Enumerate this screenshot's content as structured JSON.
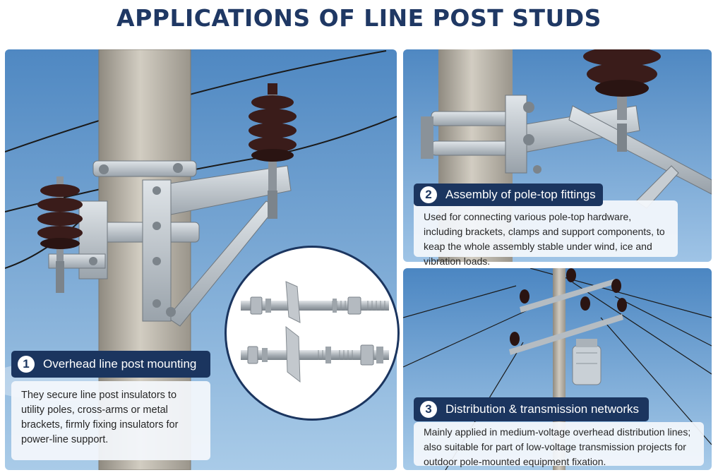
{
  "title": "APPLICATIONS OF LINE POST STUDS",
  "panels": [
    {
      "number": "1",
      "heading": "Overhead line post mounting",
      "description": "They secure line post insulators to utility poles, cross-arms or metal brackets, firmly fixing insulators for power-line support."
    },
    {
      "number": "2",
      "heading": "Assembly of pole-top fittings",
      "description": "Used for connecting various pole-top hardware, including brackets, clamps and support components, to keap the whole assembly stable under wind, ice and vibration loads."
    },
    {
      "number": "3",
      "heading": "Distribution & transmission networks",
      "description": "Mainly applied in medium-voltage overhead distribution lines; also suitable for part of low-voltage transmission projects for outdoor pole-mounted equipment fixation."
    }
  ],
  "colors": {
    "title": "#1f3864",
    "heading_bg": "#1b355f",
    "sky": "#5e93c9",
    "insulator": "#3a1c1a",
    "steel": "#b9c0c6"
  }
}
